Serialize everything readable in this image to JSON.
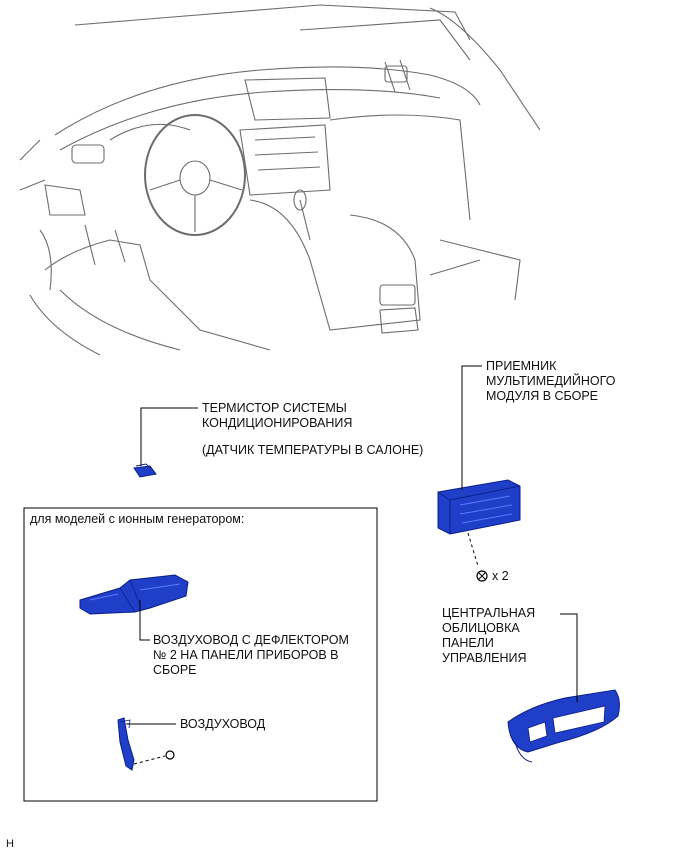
{
  "labels": {
    "thermistor": "ТЕРМИСТОР СИСТЕМЫ\nКОНДИЦИОНИРОВАНИЯ",
    "thermistor_note": "(ДАТЧИК ТЕМПЕРАТУРЫ В САЛОНЕ)",
    "receiver": "ПРИЕМНИК\nМУЛЬТИМЕДИЙНОГО\nМОДУЛЯ В СБОРЕ",
    "fastener_qty": "x 2",
    "center_panel": "ЦЕНТРАЛЬНАЯ\nОБЛИЦОВКА\nПАНЕЛИ\nУПРАВЛЕНИЯ",
    "ion_box_title": "для моделей с ионным генератором:",
    "register": "ВОЗДУХОВОД С ДЕФЛЕКТОРОМ\n№ 2 НА ПАНЕЛИ ПРИБОРОВ В\nСБОРЕ",
    "duct": "ВОЗДУХОВОД",
    "ref_code": "H"
  },
  "colors": {
    "part_blue": "#1f3fc8",
    "part_blue_dark": "#0d1f8a",
    "line": "#000000",
    "sketch_gray": "#7a7a7a"
  }
}
